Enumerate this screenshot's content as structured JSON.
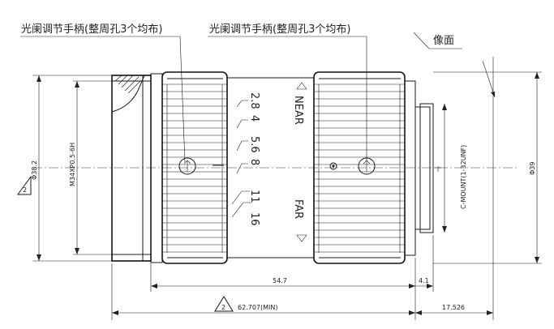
{
  "callouts": {
    "left_note": "光阑调节手柄(整周孔3个均布)",
    "right_note": "光阑调节手柄(整周孔3个均布)",
    "image_plane": "像面"
  },
  "thread_label": "M34XP0.5-6H",
  "mount_label": "C-MOUNT(1-32UNF)",
  "dims": {
    "left_diameter": "Φ38.2",
    "right_diameter": "Φ39",
    "length_main": "54.7",
    "length_flange": "4.1",
    "total_length": "62.707(MIN)",
    "back_focus": "17.526"
  },
  "marker_number": "2",
  "focus": {
    "near": "NEAR",
    "far": "FAR"
  },
  "aperture_scale": [
    "2.8",
    "4",
    "5.6",
    "8",
    "11",
    "16"
  ]
}
